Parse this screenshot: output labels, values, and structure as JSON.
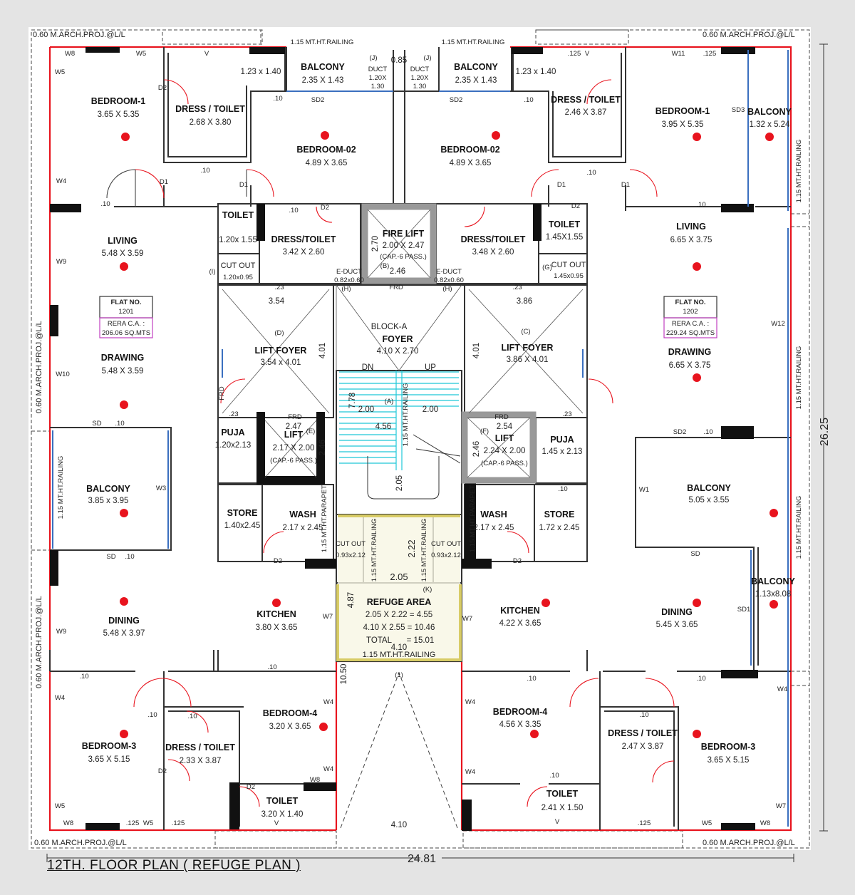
{
  "drawing_title": "12TH. FLOOR PLAN ( REFUGE PLAN )",
  "overall_width": "24.81",
  "overall_height": "26.25",
  "projection_labels": {
    "top_left": "0.60 M.ARCH.PROJ.@L/L",
    "top_right": "0.60 M.ARCH.PROJ.@L/L",
    "bottom_left": "0.60 M.ARCH.PROJ.@L/L",
    "bottom_right": "0.60 M.ARCH.PROJ.@L/L",
    "left_upper": "0.60 M.ARCH.PROJ.@L/L",
    "left_lower": "0.60 M.ARCH.PROJ.@L/L"
  },
  "railing_labels": {
    "top_left": "1.15 MT.HT.RAILING",
    "top_right": "1.15 MT.HT.RAILING",
    "right_upper": "1.15 MT.HT.RAILING",
    "right_middle": "1.15 MT.HT.RAILING",
    "right_lower": "1.15 MT.HT.RAILING",
    "left_balcony": "1.15 MT.HT.RAILING",
    "stair": "1.15 MT.HT.RAILING",
    "parapet_left": "1.15 MT.HT.PARAPET",
    "parapet_right": "1.15 MT.HT.PARAPET",
    "refuge_left": "1.15 MT.HT.RAILING",
    "refuge_right": "1.15 MT.HT.RAILING",
    "refuge_bottom": "1.15 MT.HT.RAILING"
  },
  "flats": [
    {
      "label": "FLAT NO.",
      "number": "1201",
      "rera_label": "RERA C.A. :",
      "rera_area": "206.06 SQ.MTS"
    },
    {
      "label": "FLAT NO.",
      "number": "1202",
      "rera_label": "RERA C.A. :",
      "rera_area": "229.24 SQ.MTS"
    }
  ],
  "rooms": [
    {
      "name": "BEDROOM-1",
      "size": "3.65 X 5.35"
    },
    {
      "name": "DRESS / TOILET",
      "size": "2.68 X 3.80"
    },
    {
      "name": "BALCONY",
      "size": "2.35 X 1.43"
    },
    {
      "name": "BALCONY",
      "size": "2.35 X 1.43"
    },
    {
      "name": "DRESS / TOILET",
      "size": "2.46 X 3.87"
    },
    {
      "name": "BEDROOM-1",
      "size": "3.95 X 5.35"
    },
    {
      "name": "BALCONY",
      "size": "1.32 x 5.24"
    },
    {
      "name": "BEDROOM-02",
      "size": "4.89 X 3.65"
    },
    {
      "name": "BEDROOM-02",
      "size": "4.89 X 3.65"
    },
    {
      "name": "LIVING",
      "size": "5.48 X 3.59"
    },
    {
      "name": "LIVING",
      "size": "6.65 X 3.75"
    },
    {
      "name": "TOILET",
      "size": "1.20x 1.55"
    },
    {
      "name": "DRESS/TOILET",
      "size": "3.42 X 2.60"
    },
    {
      "name": "FIRE LIFT",
      "size": "2.00 X 2.47"
    },
    {
      "name": "DRESS/TOILET",
      "size": "3.48 X 2.60"
    },
    {
      "name": "TOILET",
      "size": "1.45X1.55"
    },
    {
      "name": "CUT OUT",
      "size": "1.20x0.95"
    },
    {
      "name": "CUT OUT",
      "size": "1.45x0.95"
    },
    {
      "name": "DRAWING",
      "size": "5.48 X 3.59"
    },
    {
      "name": "DRAWING",
      "size": "6.65 X 3.75"
    },
    {
      "name": "LIFT FOYER",
      "size": "3.54 x 4.01"
    },
    {
      "name": "BLOCK-A",
      "size": ""
    },
    {
      "name": "FOYER",
      "size": "4.10 X 2.70"
    },
    {
      "name": "LIFT FOYER",
      "size": "3.86 X 4.01"
    },
    {
      "name": "PUJA",
      "size": "1.20x2.13"
    },
    {
      "name": "LIFT",
      "size": "2.17 X 2.00"
    },
    {
      "name": "LIFT",
      "size": "2.24 X 2.00"
    },
    {
      "name": "PUJA",
      "size": "1.45 x 2.13"
    },
    {
      "name": "BALCONY",
      "size": "3.85 x 3.95"
    },
    {
      "name": "BALCONY",
      "size": "5.05 x 3.55"
    },
    {
      "name": "STORE",
      "size": "1.40x2.45"
    },
    {
      "name": "WASH",
      "size": "2.17 x 2.45"
    },
    {
      "name": "WASH",
      "size": "2.17 x 2.45"
    },
    {
      "name": "STORE",
      "size": "1.72 x 2.45"
    },
    {
      "name": "CUT OUT",
      "size": "0.93x2.12"
    },
    {
      "name": "CUT OUT",
      "size": "0.93x2.12"
    },
    {
      "name": "BALCONY",
      "size": "1.13x8.08"
    },
    {
      "name": "DINING",
      "size": "5.48 X 3.97"
    },
    {
      "name": "KITCHEN",
      "size": "3.80 X 3.65"
    },
    {
      "name": "KITCHEN",
      "size": "4.22 X 3.65"
    },
    {
      "name": "DINING",
      "size": "5.45 X 3.65"
    },
    {
      "name": "BEDROOM-4",
      "size": "3.20 X 3.65"
    },
    {
      "name": "BEDROOM-4",
      "size": "4.56 X 3.35"
    },
    {
      "name": "BEDROOM-3",
      "size": "3.65 X 5.15"
    },
    {
      "name": "DRESS / TOILET",
      "size": "2.33 X 3.87"
    },
    {
      "name": "DRESS / TOILET",
      "size": "2.47 X 3.87"
    },
    {
      "name": "BEDROOM-3",
      "size": "3.65 X 5.15"
    },
    {
      "name": "TOILET",
      "size": "3.20 X 1.40"
    },
    {
      "name": "TOILET",
      "size": "2.41 X 1.50"
    }
  ],
  "fire_lift_capacity": "(CAP.-6 PASS.)",
  "lift_left_capacity": "(CAP.-6 PASS.)",
  "lift_right_capacity": "(CAP.-6 PASS.)",
  "refuge": {
    "title": "REFUGE AREA",
    "line1": "2.05 X 2.22  =  4.55",
    "line2": "4.10 X 2.55 = 10.46",
    "total_label": "TOTAL",
    "total_value": "= 15.01"
  },
  "ducts": [
    {
      "tag": "(J)",
      "name": "DUCT",
      "size": "1.20X",
      "size2": "1.30"
    },
    {
      "tag": "(J)",
      "name": "DUCT",
      "size": "1.20X",
      "size2": "1.30"
    }
  ],
  "educt": [
    {
      "name": "E-DUCT",
      "size": "0.82x0.60"
    },
    {
      "name": "E-DUCT",
      "size": "0.82x0.60"
    }
  ],
  "stair": {
    "dn": "DN",
    "up": "UP"
  },
  "dimensions": [
    "0.85",
    "2.70",
    "2.46",
    "3.54",
    "3.86",
    "4.01",
    "4.01",
    "7.78",
    "2.00",
    "2.00",
    "4.56",
    "2.47",
    "2.46",
    "2.54",
    "2.46",
    "2.05",
    "2.22",
    "2.05",
    "4.87",
    "4.10",
    "10.50",
    "4.10",
    "1.23 x 1.40",
    "1.23 x 1.40"
  ],
  "tags": [
    "(A)",
    "(B)",
    "(C)",
    "(D)",
    "(E)",
    "(F)",
    "(G)",
    "(H)",
    "(H)",
    "(I)",
    "(K)",
    "(1)"
  ],
  "openings": [
    "W8",
    "W5",
    "W5",
    "W4",
    "W9",
    "W10",
    "SD",
    "W3",
    "SD",
    "W9",
    "W4",
    "W5",
    "W8",
    "W5",
    "W11",
    "SD3",
    "W12",
    "SD2",
    "W1",
    "SD",
    "SD1",
    "W4",
    "W7",
    "W5",
    "W8",
    "W7",
    "W7",
    "W8",
    "W4",
    "W4",
    "W4",
    "W4",
    "V",
    "V",
    "V",
    "V",
    "D1",
    "D1",
    "D1",
    "D1",
    "D2",
    "D2",
    "D2",
    "D2",
    "D2",
    "D2",
    "D2",
    "SD2",
    "SD2",
    "FRD",
    "FRD",
    "FRD",
    "FRD"
  ],
  "small_marks": [
    ".10",
    ".125",
    ".23"
  ],
  "colors": {
    "exterior_wall": "#e8141e",
    "railing": "#3a6fbf",
    "stair": "#1fc8d8",
    "fixture": "#e8141e",
    "flat_box": "#c040c0"
  }
}
